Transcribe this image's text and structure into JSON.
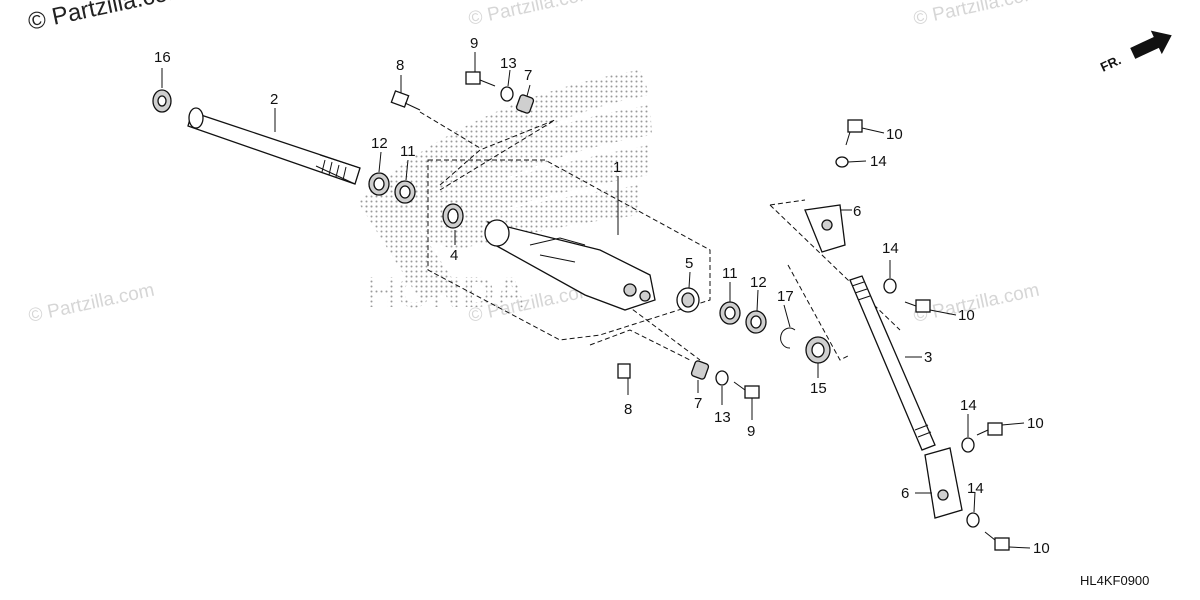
{
  "watermarks": {
    "corner": "© Partzilla.com",
    "repeat": "© Partzilla.com"
  },
  "direction_arrow": {
    "label": "FR.",
    "icon": "front-direction-arrow-icon"
  },
  "diagram_code": "HL4KF0900",
  "background_logo": {
    "text": "HONDA",
    "icon": "honda-wing-logo-icon"
  },
  "callouts": [
    "16",
    "2",
    "8",
    "9",
    "13",
    "7",
    "12",
    "11",
    "1",
    "4",
    "5",
    "11",
    "12",
    "17",
    "15",
    "7",
    "13",
    "9",
    "8",
    "10",
    "14",
    "6",
    "14",
    "10",
    "3",
    "14",
    "10",
    "6",
    "14",
    "10"
  ],
  "colors": {
    "ink": "#111111",
    "watermark": "#d6d6d6",
    "logo_halftone": "#9a9a9a"
  }
}
